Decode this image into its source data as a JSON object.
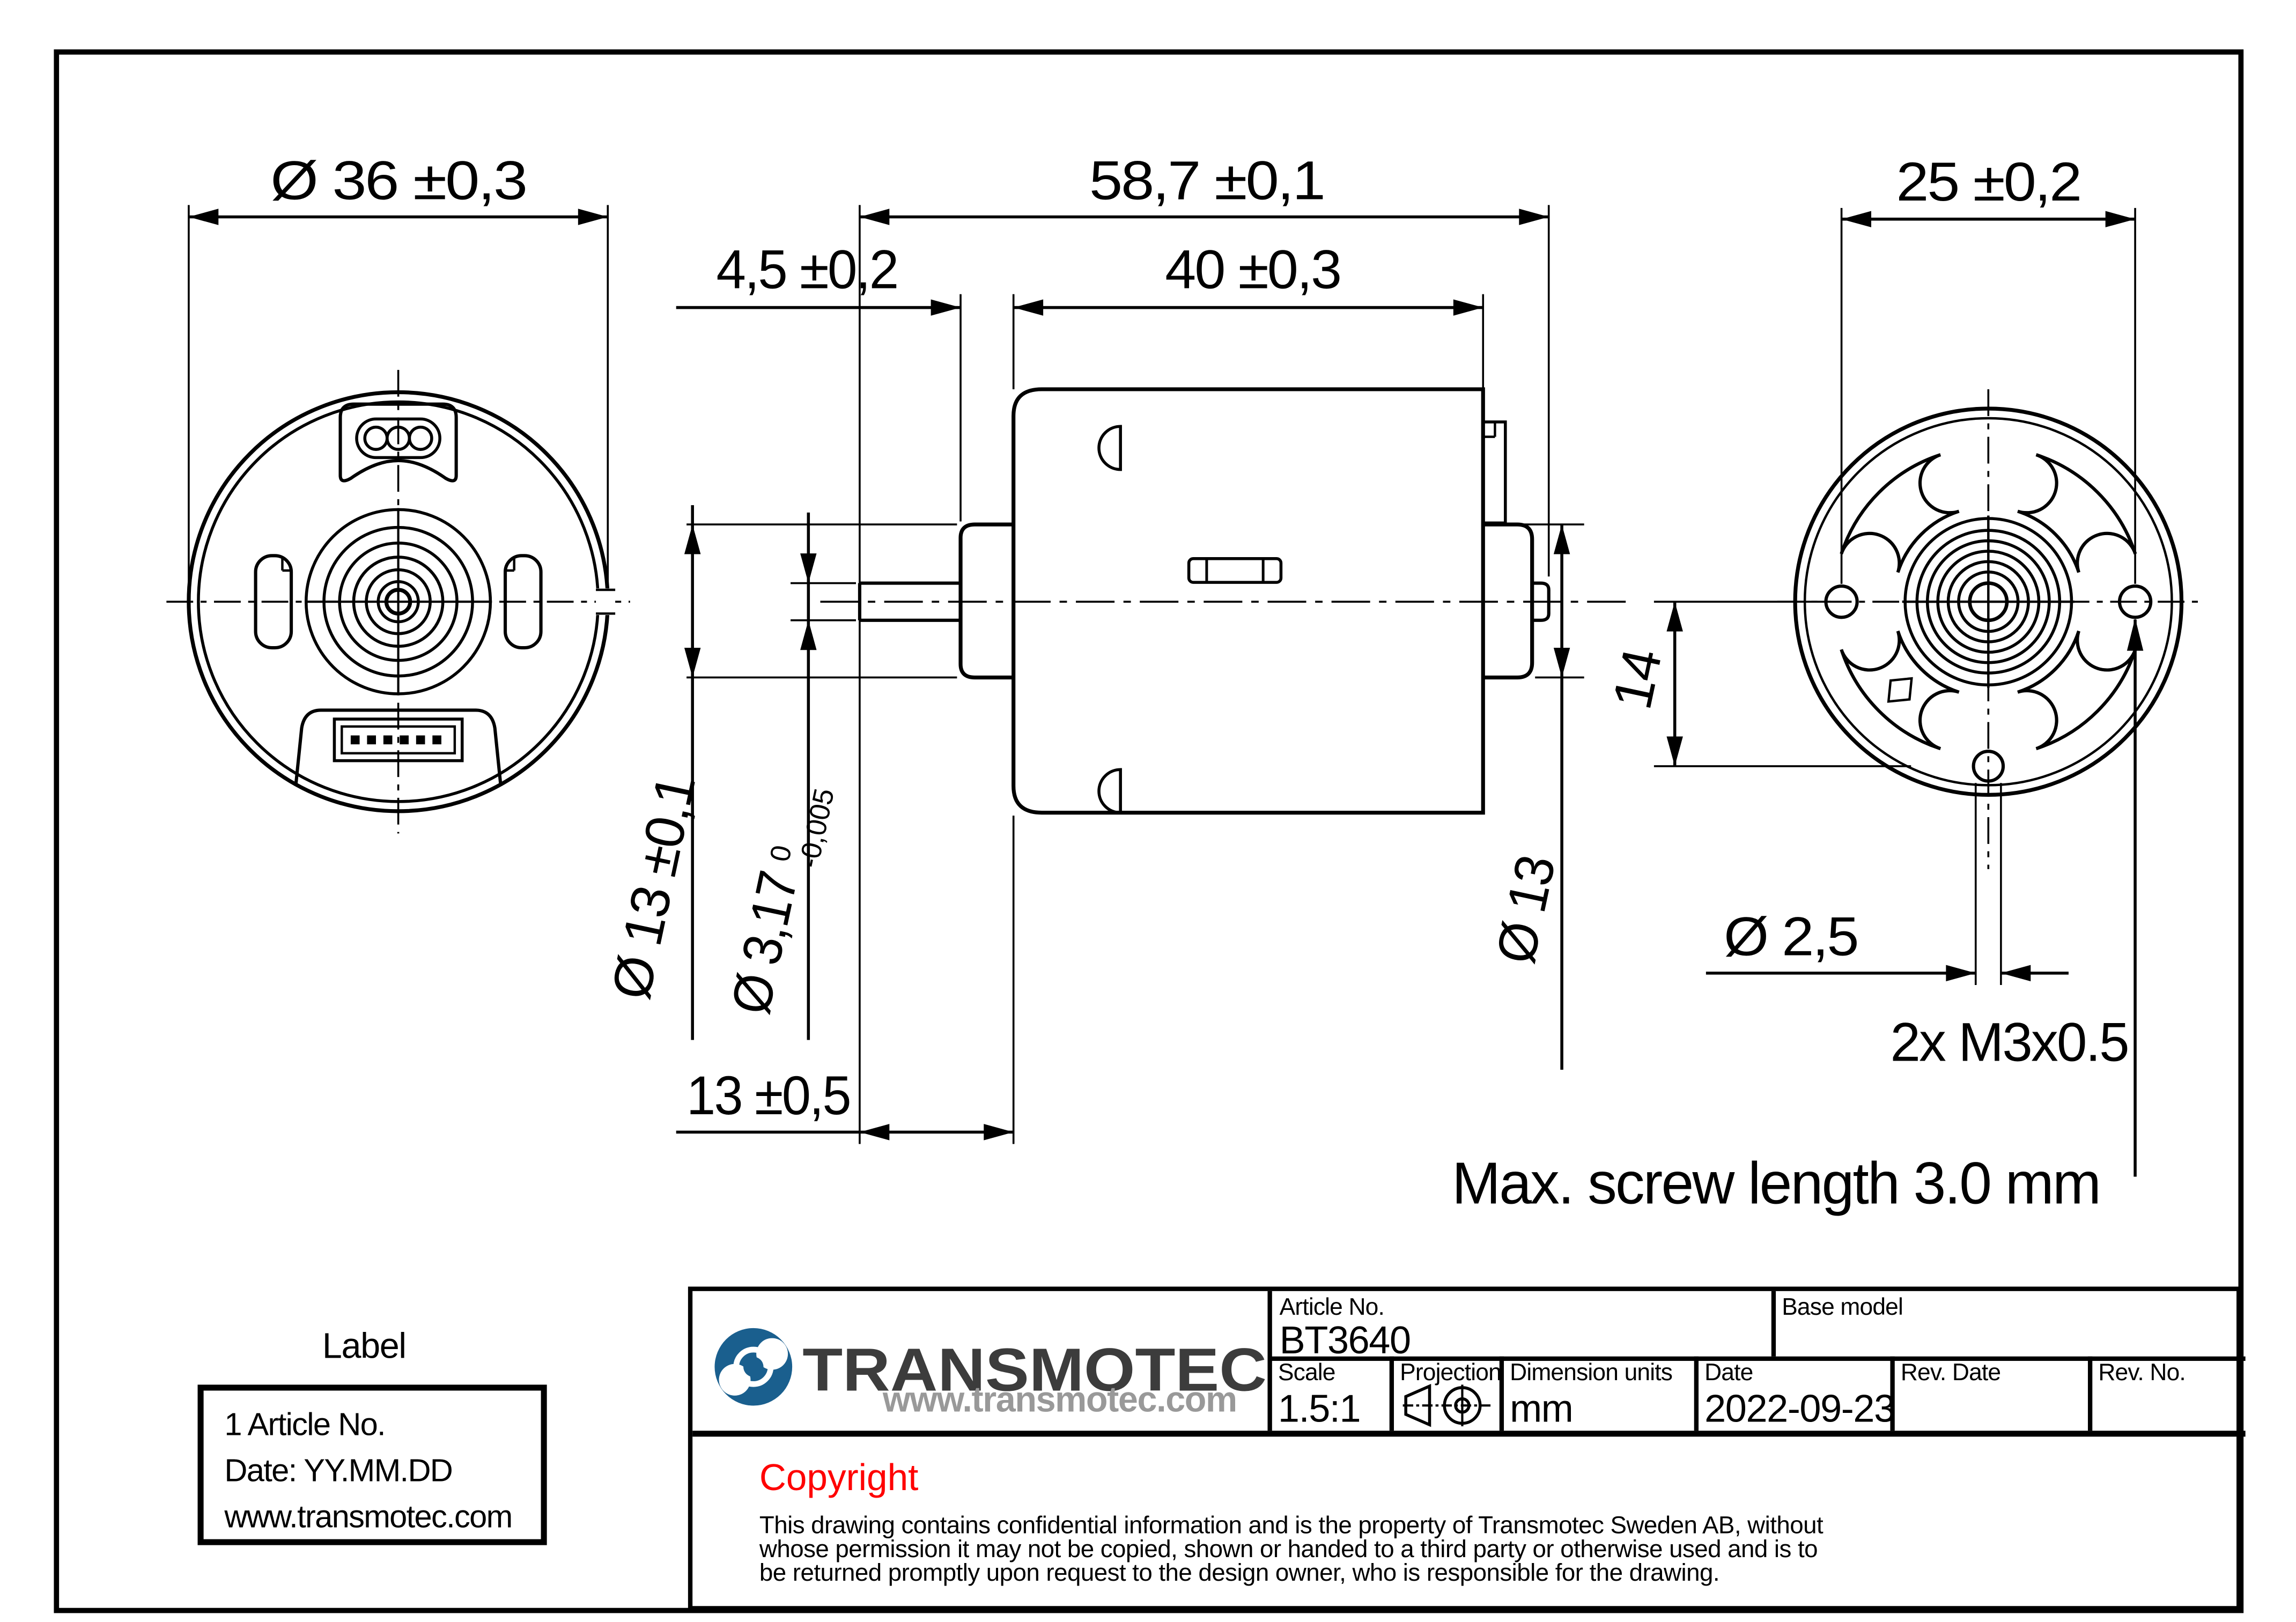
{
  "drawing": {
    "note_max_screw": "Max. screw length 3.0 mm",
    "dims": {
      "front_outer_dia": "Ø 36 ±0,3",
      "overall_len": "58,7 ±0,1",
      "front_boss_len": "4,5 ±0,2",
      "body_len": "40 ±0,3",
      "front_boss_dia": "Ø 13 ±0,1",
      "shaft_dia": "Ø 3,17",
      "shaft_dia_tol_upper": "0",
      "shaft_dia_tol_lower": "-0,005",
      "shaft_len": "13 ±0,5",
      "rear_boss_dia": "Ø 13",
      "mount_hole_spacing": "25 ±0,2",
      "pilot_hole_offset": "14",
      "pilot_hole_dia": "Ø 2,5",
      "mount_thread": "2x M3x0.5"
    }
  },
  "label_box": {
    "title": "Label",
    "line1": "1 Article No.",
    "line2": "Date: YY.MM.DD",
    "line3": "www.transmotec.com"
  },
  "title_block": {
    "brand": "TRANSMOTEC",
    "website": "www.transmotec.com",
    "article_no_label": "Article No.",
    "article_no_value": "BT3640",
    "base_model_label": "Base model",
    "scale_label": "Scale",
    "scale_value": "1.5:1",
    "projection_label": "Projection",
    "dimension_units_label": "Dimension units",
    "dimension_units_value": "mm",
    "date_label": "Date",
    "date_value": "2022-09-23",
    "rev_date_label": "Rev. Date",
    "rev_no_label": "Rev. No.",
    "copyright_title": "Copyright",
    "copyright_line1": "This drawing contains confidential information and is the property of Transmotec Sweden AB, without",
    "copyright_line2": "whose permission it may not be copied, shown or handed to a third party or otherwise used and is to",
    "copyright_line3": "be returned promptly upon request to the design owner, who is responsible for the drawing."
  },
  "colors": {
    "line": "#000000",
    "copyright_red": "#ff0000",
    "logo_blue": "#1a5f8e",
    "brand_dark": "#3c3c3c",
    "website_gray": "#999999"
  }
}
